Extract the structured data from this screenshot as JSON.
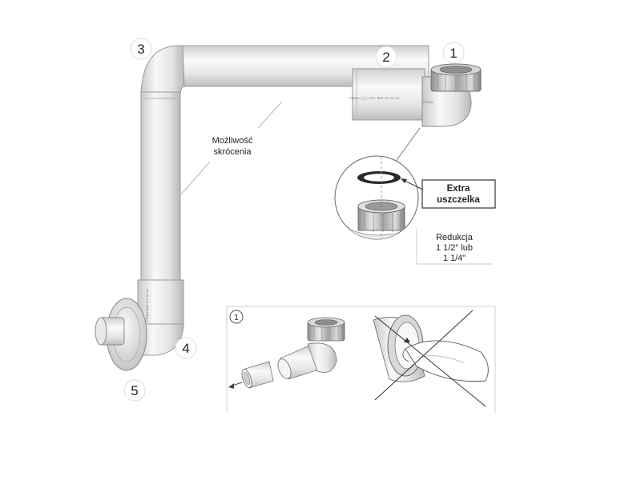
{
  "callouts": {
    "n1": "1",
    "n2": "2",
    "n3": "3",
    "n4": "4",
    "n5": "5"
  },
  "annotation": {
    "shortening_line1": "Możliwość",
    "shortening_line2": "skrócenia"
  },
  "extra_gasket": {
    "line1": "Extra",
    "line2": "uszczelka"
  },
  "reduction": {
    "line1": "Redukcja",
    "line2": "1 1/2\" lub",
    "line3": "1 1/4\""
  },
  "pipe_markings": {
    "upper_text": "PRIMA   ◯◯   +PP+   BDE 2F1 04 24",
    "upper_brand": "PRIMA",
    "lower_text": "PRIMA   BDE 2F1 04 24"
  },
  "detail_panel": {
    "number": "1"
  }
}
